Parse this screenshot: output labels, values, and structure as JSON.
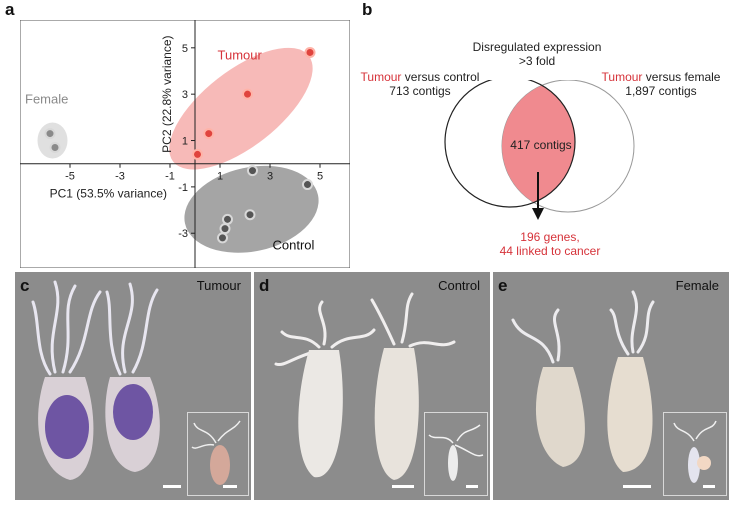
{
  "panels": {
    "a": {
      "letter": "a",
      "chart_data": {
        "type": "scatter",
        "xlabel": "PC1 (53.5% variance)",
        "ylabel": "PC2 (22.8% variance)",
        "xlim": [
          -7,
          6.2
        ],
        "ylim": [
          -4.5,
          6.2
        ],
        "x_ticks": [
          -5,
          -3,
          -1,
          1,
          3,
          5
        ],
        "y_ticks": [
          -3,
          -1,
          1,
          3,
          5
        ],
        "grid": false,
        "series": [
          {
            "name": "Tumour",
            "color": "#e0443e",
            "points": [
              [
                0.1,
                0.4
              ],
              [
                0.55,
                1.3
              ],
              [
                2.1,
                3.0
              ],
              [
                4.6,
                4.8
              ]
            ]
          },
          {
            "name": "Control",
            "color": "#555555",
            "points": [
              [
                2.3,
                -0.3
              ],
              [
                4.5,
                -0.9
              ],
              [
                2.2,
                -2.2
              ],
              [
                1.3,
                -2.4
              ],
              [
                1.2,
                -2.8
              ],
              [
                1.1,
                -3.2
              ]
            ]
          },
          {
            "name": "Female",
            "color": "#8a8a8a",
            "points": [
              [
                -5.8,
                1.3
              ],
              [
                -5.6,
                0.7
              ]
            ]
          }
        ],
        "group_labels": {
          "tumour": "Tumour",
          "control": "Control",
          "female": "Female"
        }
      }
    },
    "b": {
      "letter": "b",
      "title_line1": "Disregulated expression",
      "title_line2": ">3 fold",
      "left_word": "Tumour",
      "left_rest": " versus control",
      "left_count": "713 contigs",
      "right_word": "Tumour",
      "right_rest": " versus female",
      "right_count": "1,897 contigs",
      "overlap": "417 contigs",
      "result_line1": "196 genes,",
      "result_line2": "44 linked to cancer"
    },
    "c": {
      "letter": "c",
      "label": "Tumour"
    },
    "d": {
      "letter": "d",
      "label": "Control"
    },
    "e": {
      "letter": "e",
      "label": "Female"
    }
  },
  "colors": {
    "tumour_red": "#e0443e",
    "photo_bg": "#8c8c8c",
    "purple_stain": "#5a3f9a"
  }
}
